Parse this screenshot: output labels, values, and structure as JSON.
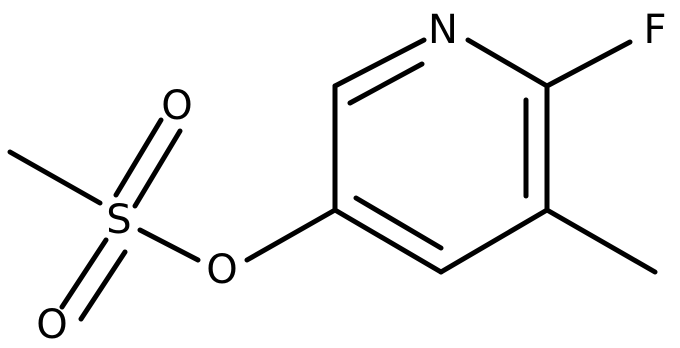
{
  "molecule": {
    "atoms": {
      "n": "N",
      "f": "F",
      "o_ester": "O",
      "s": "S",
      "o_top": "O",
      "o_bottom": "O"
    },
    "colors": {
      "bond": "#000000",
      "label": "#000000",
      "background": "#ffffff"
    }
  }
}
